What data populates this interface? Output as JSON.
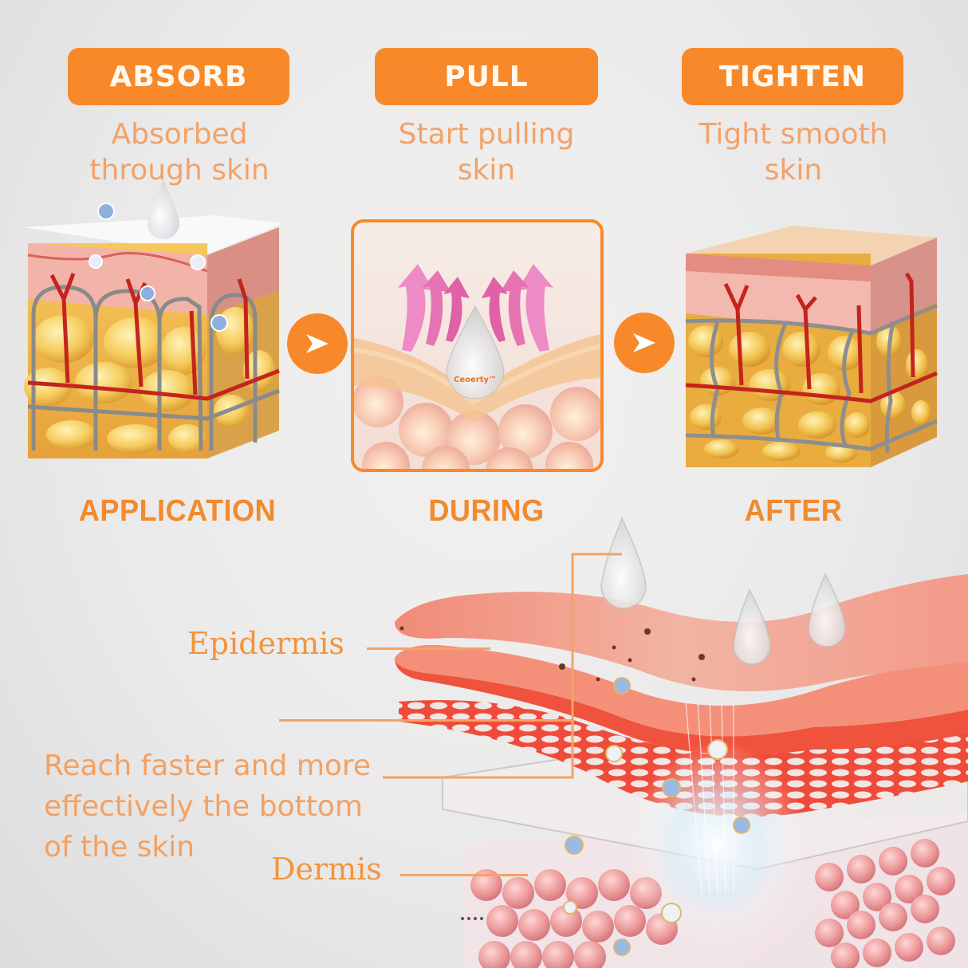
{
  "steps": [
    {
      "badge": "ABSORB",
      "description_line1": "Absorbed",
      "description_line2": "through skin",
      "stage": "APPLICATION"
    },
    {
      "badge": "PULL",
      "description_line1": "Start pulling",
      "description_line2": "skin",
      "stage": "DURING"
    },
    {
      "badge": "TIGHTEN",
      "description_line1": "Tight smooth",
      "description_line2": "skin",
      "stage": "AFTER"
    }
  ],
  "arrows": [
    {
      "icon": "arrow-right-icon"
    },
    {
      "icon": "arrow-right-icon"
    }
  ],
  "product_drop_label": "Ceoerty™",
  "layers": {
    "epidermis": "Epidermis",
    "dermis": "Dermis"
  },
  "body_copy": {
    "line1": "Reach faster and more",
    "line2": "effectively the bottom",
    "line3": "of the skin"
  },
  "colors": {
    "accent_orange": "#f7892a",
    "light_orange_text": "#f2a26a",
    "background": "#ebeaea"
  }
}
